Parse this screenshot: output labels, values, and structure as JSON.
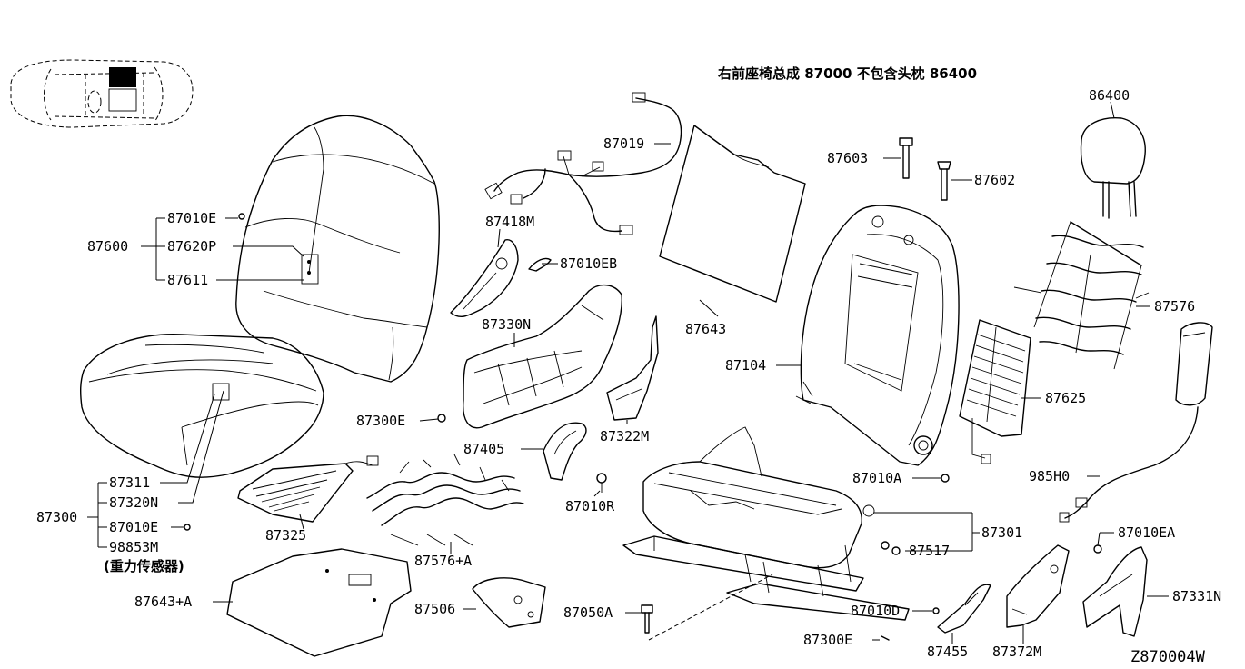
{
  "header": {
    "title": "右前座椅总成 87000 不包含头枕 86400"
  },
  "diagram_code": "Z870004W",
  "callouts": {
    "c87010E_top": "87010E",
    "c87600": "87600",
    "c87620P": "87620P",
    "c87611": "87611",
    "c87019": "87019",
    "c87418M": "87418M",
    "c87010EB": "87010EB",
    "c87330N": "87330N",
    "c87643": "87643",
    "c87603": "87603",
    "c87602": "87602",
    "c86400": "86400",
    "c87576": "87576",
    "c87104": "87104",
    "c87625": "87625",
    "c87300E_mid": "87300E",
    "c87405": "87405",
    "c87322M": "87322M",
    "c87010A": "87010A",
    "c985H0": "985H0",
    "c87311": "87311",
    "c87320N": "87320N",
    "c87300": "87300",
    "c87010E_low": "87010E",
    "c98853M": "98853M",
    "sensor_note": "(重力传感器)",
    "c87325": "87325",
    "c87576A": "87576+A",
    "c87010R": "87010R",
    "c87301": "87301",
    "c87517": "87517",
    "c87010EA": "87010EA",
    "c87643A": "87643+A",
    "c87506": "87506",
    "c87050A": "87050A",
    "c87010D": "87010D",
    "c87331N": "87331N",
    "c87300E_bot": "87300E",
    "c87455": "87455",
    "c87372M": "87372M"
  }
}
